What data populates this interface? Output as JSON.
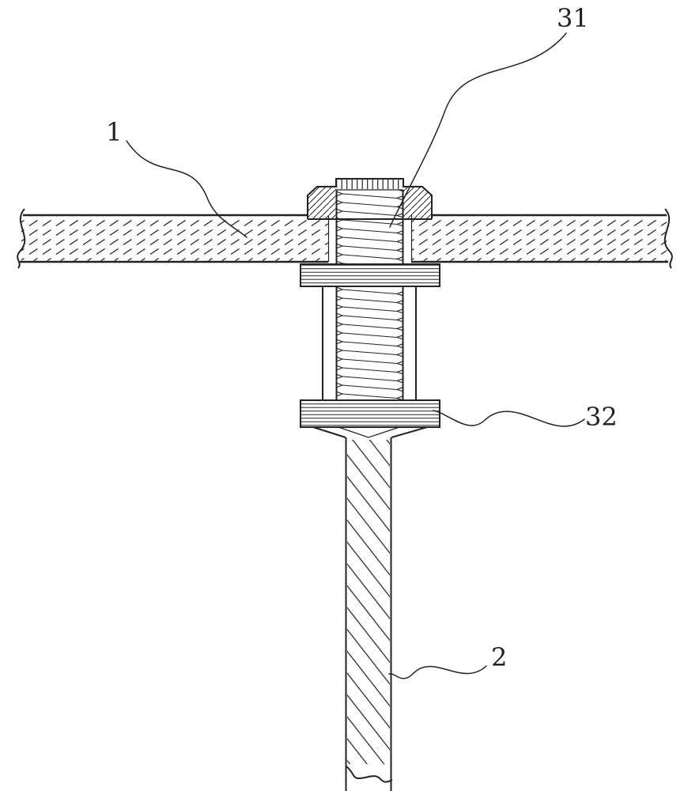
{
  "drawing": {
    "background": "#ffffff",
    "line_color": "#222222",
    "kind": "patent-section-view"
  },
  "labels": {
    "plate": "1",
    "screw": "31",
    "flange_nut": "32",
    "rod": "2"
  }
}
